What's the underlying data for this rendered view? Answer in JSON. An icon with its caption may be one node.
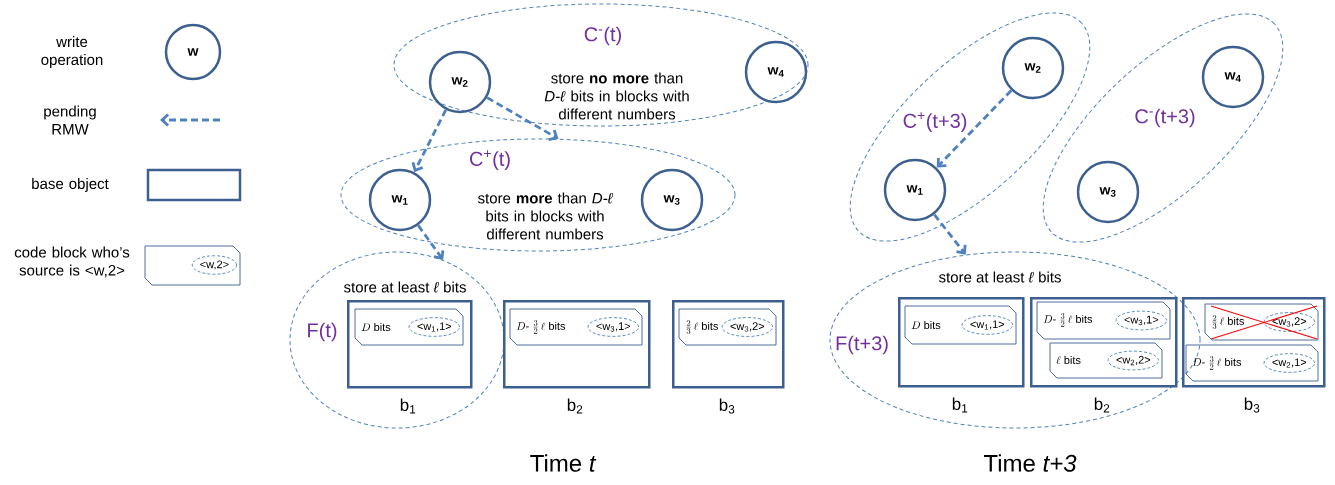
{
  "diagram": {
    "nodes": [
      {
        "text": [
          "C$^{-}$(t)",
          "store **no more** than *D-ℓ* bits in blocks with different numbers"
        ]
      },
      {
        "text": [
          "w$_{2}$"
        ],
        "in": 0
      },
      {
        "text": [
          "w$_{4}$"
        ],
        "in": 0
      },
      {
        "text": [
          "C$^{+}$(t)",
          "store **more** than *D-ℓ* bits in blocks with different numbers"
        ]
      },
      {
        "text": [
          "w$_{1}$"
        ],
        "in": 3
      },
      {
        "text": [
          "w$_{3}$"
        ],
        "in": 3
      },
      {
        "text": [
          "store at least *ℓ* bits",
          "F(t)"
        ]
      },
      {
        "text": [],
        "shape": "box",
        "in": 6,
        "beside": [
          "b$_{1}$"
        ]
      },
      {
        "text": [
          "D\\text{ bits}"
        ],
        "in": 7
      },
      {
        "text": [
          "<w$_{1}$,1>"
        ],
        "in": 8
      },
      {
        "text": [],
        "shape": "box",
        "beside": [
          "b$_{2}$"
        ]
      },
      {
        "text": [
          "D\\text{- }\\tfrac{3}{2}\\,\\ell\\text{ bits}"
        ],
        "in": 10
      },
      {
        "text": [
          "<w$_{3}$,1>"
        ],
        "in": 11
      },
      {
        "text": [],
        "shape": "box",
        "beside": [
          "b$_{3}$"
        ]
      },
      {
        "text": [
          "\\tfrac{2}{3}\\,\\ell\\text{ bits}"
        ],
        "in": 13
      },
      {
        "text": [
          "<w$_{3}$,2>"
        ],
        "in": 14
      },
      {
        "text": [
          "C$^{+}$(t+3)"
        ]
      },
      {
        "text": [
          "w$_{2}$"
        ],
        "in": 16
      },
      {
        "text": [
          "w$_{1}$"
        ],
        "in": 16
      },
      {
        "text": [
          "C$^{-}$(t+3)"
        ]
      },
      {
        "text": [
          "w$_{4}$"
        ],
        "in": 19
      },
      {
        "text": [
          "w$_{3}$"
        ],
        "in": 19
      },
      {
        "text": [
          "store at least *ℓ* bits",
          "F(t+3)"
        ]
      },
      {
        "text": [],
        "shape": "box",
        "in": 22,
        "beside": [
          "b$_{1}$"
        ]
      },
      {
        "text": [
          "D\\text{ bits}"
        ],
        "in": 23
      },
      {
        "text": [
          "<w$_{1}$,1>"
        ],
        "in": 24
      },
      {
        "text": [],
        "shape": "box",
        "in": 22,
        "beside": [
          "b$_{2}$"
        ]
      },
      {
        "text": [
          "D\\text{- }\\tfrac{3}{2}\\,\\ell\\text{ bits}"
        ],
        "in": 26
      },
      {
        "text": [
          "<w$_{3}$,1>"
        ],
        "in": 27
      },
      {
        "text": [
          "\\ell\\text{ bits}"
        ],
        "in": 26
      },
      {
        "text": [
          "<w$_{2}$,2>"
        ],
        "in": 29
      },
      {
        "text": [],
        "shape": "box",
        "beside": [
          "b$_{3}$"
        ]
      },
      {
        "text": [
          "\\tfrac{2}{3}\\,\\ell\\text{ bits}"
        ],
        "in": 31
      },
      {
        "text": [
          "<w$_{3}$,2>"
        ],
        "in": 32
      },
      {
        "text": [
          "D\\text{- }\\tfrac{3}{2}\\,\\ell\\text{ bits}"
        ],
        "in": 31
      },
      {
        "text": [
          "<w$_{2}$,1>"
        ],
        "in": 34
      }
    ],
    "edges": [
      {
        "from": 1,
        "to": 4,
        "arrow": "to",
        "style": "dashed"
      },
      {
        "from": 1,
        "to": 3,
        "arrow": "to",
        "style": "dashed"
      },
      {
        "from": 4,
        "to": 6,
        "arrow": "to",
        "style": "dashed"
      },
      {
        "from": 17,
        "to": 18,
        "arrow": "to",
        "style": "dashed"
      },
      {
        "from": 18,
        "to": 22,
        "arrow": "to",
        "style": "dashed"
      }
    ],
    "labels": [
      "w",
      "<w,2>",
      "Time *t*",
      "Time *t+3*"
    ],
    "legend": [
      {
        "text": "write operation"
      },
      {
        "text": "pending RMW"
      },
      {
        "text": "base object"
      },
      {
        "text": "code block who’s source is <w,2>"
      }
    ]
  }
}
